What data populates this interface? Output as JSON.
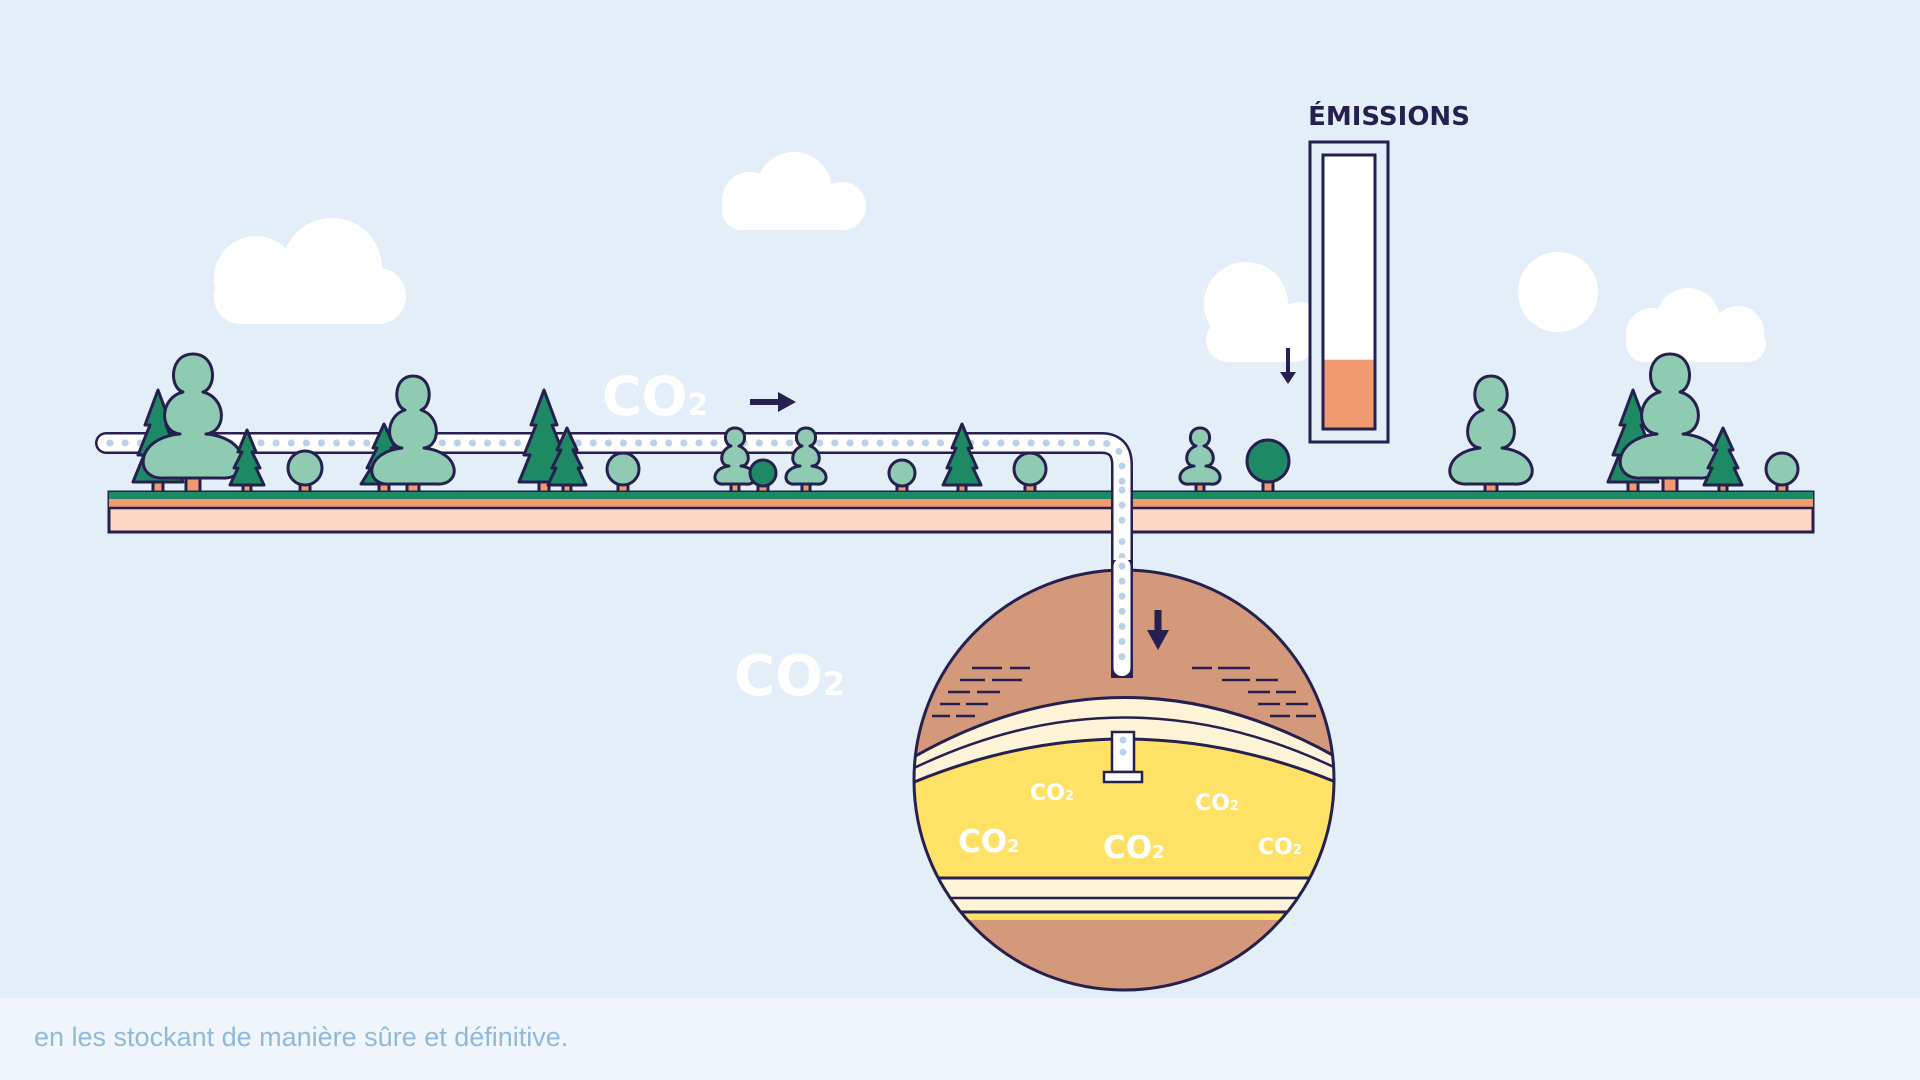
{
  "emissions_gauge": {
    "label": "ÉMISSIONS",
    "level": 0.25
  },
  "co2_labels": {
    "pipeline": "CO",
    "pipeline_sub": "2",
    "underground": "CO",
    "underground_sub": "2",
    "reservoir": "CO",
    "reservoir_sub": "2"
  },
  "caption": "en les stockant de manière sûre et définitive.",
  "colors": {
    "sky": "#e4eef8",
    "dark_outline": "#25204f",
    "tree_light": "#8fcbb3",
    "tree_dark": "#1e8a65",
    "ground_stripe": "#f19a70",
    "ground_base": "#fdd6c4",
    "soil": "#d4987a",
    "reservoir": "#ffe265",
    "gauge_fill": "#f19a70"
  }
}
